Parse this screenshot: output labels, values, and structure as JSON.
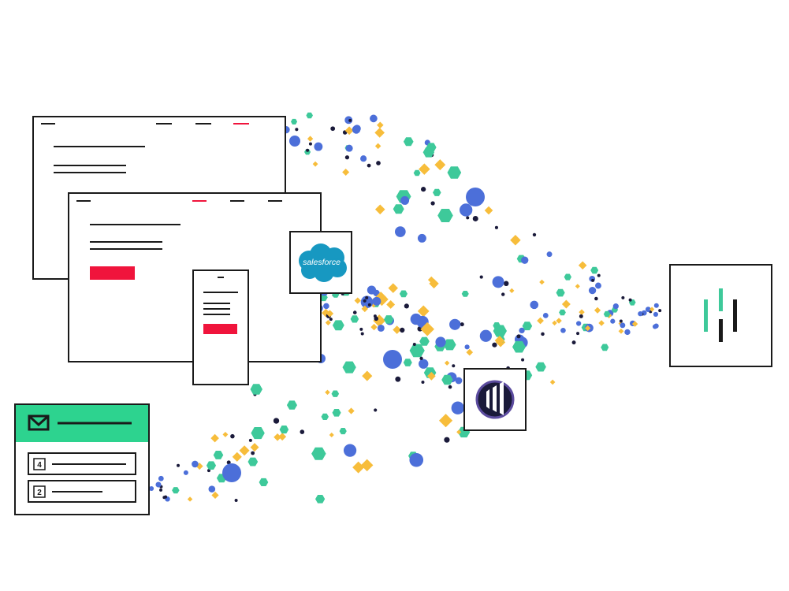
{
  "colors": {
    "navy": "#1a1a3a",
    "green": "#3ec99a",
    "blue": "#4c6fd9",
    "yellow": "#f7bd3b",
    "red": "#f0143c",
    "envelope_header": "#2dd38f",
    "salesforce_blue": "#1798c1",
    "marketo_purple": "#5c4c9f",
    "frame": "#1a1a1a"
  },
  "nodes": {
    "salesforce": {
      "label": "salesforce",
      "icon": "salesforce-cloud-icon"
    },
    "marketo": {
      "icon": "marketo-bars-icon"
    },
    "destination": {
      "icon": "heap-logo-icon"
    },
    "email": {
      "icon": "envelope-icon",
      "rows": [
        "4",
        "2"
      ]
    }
  }
}
